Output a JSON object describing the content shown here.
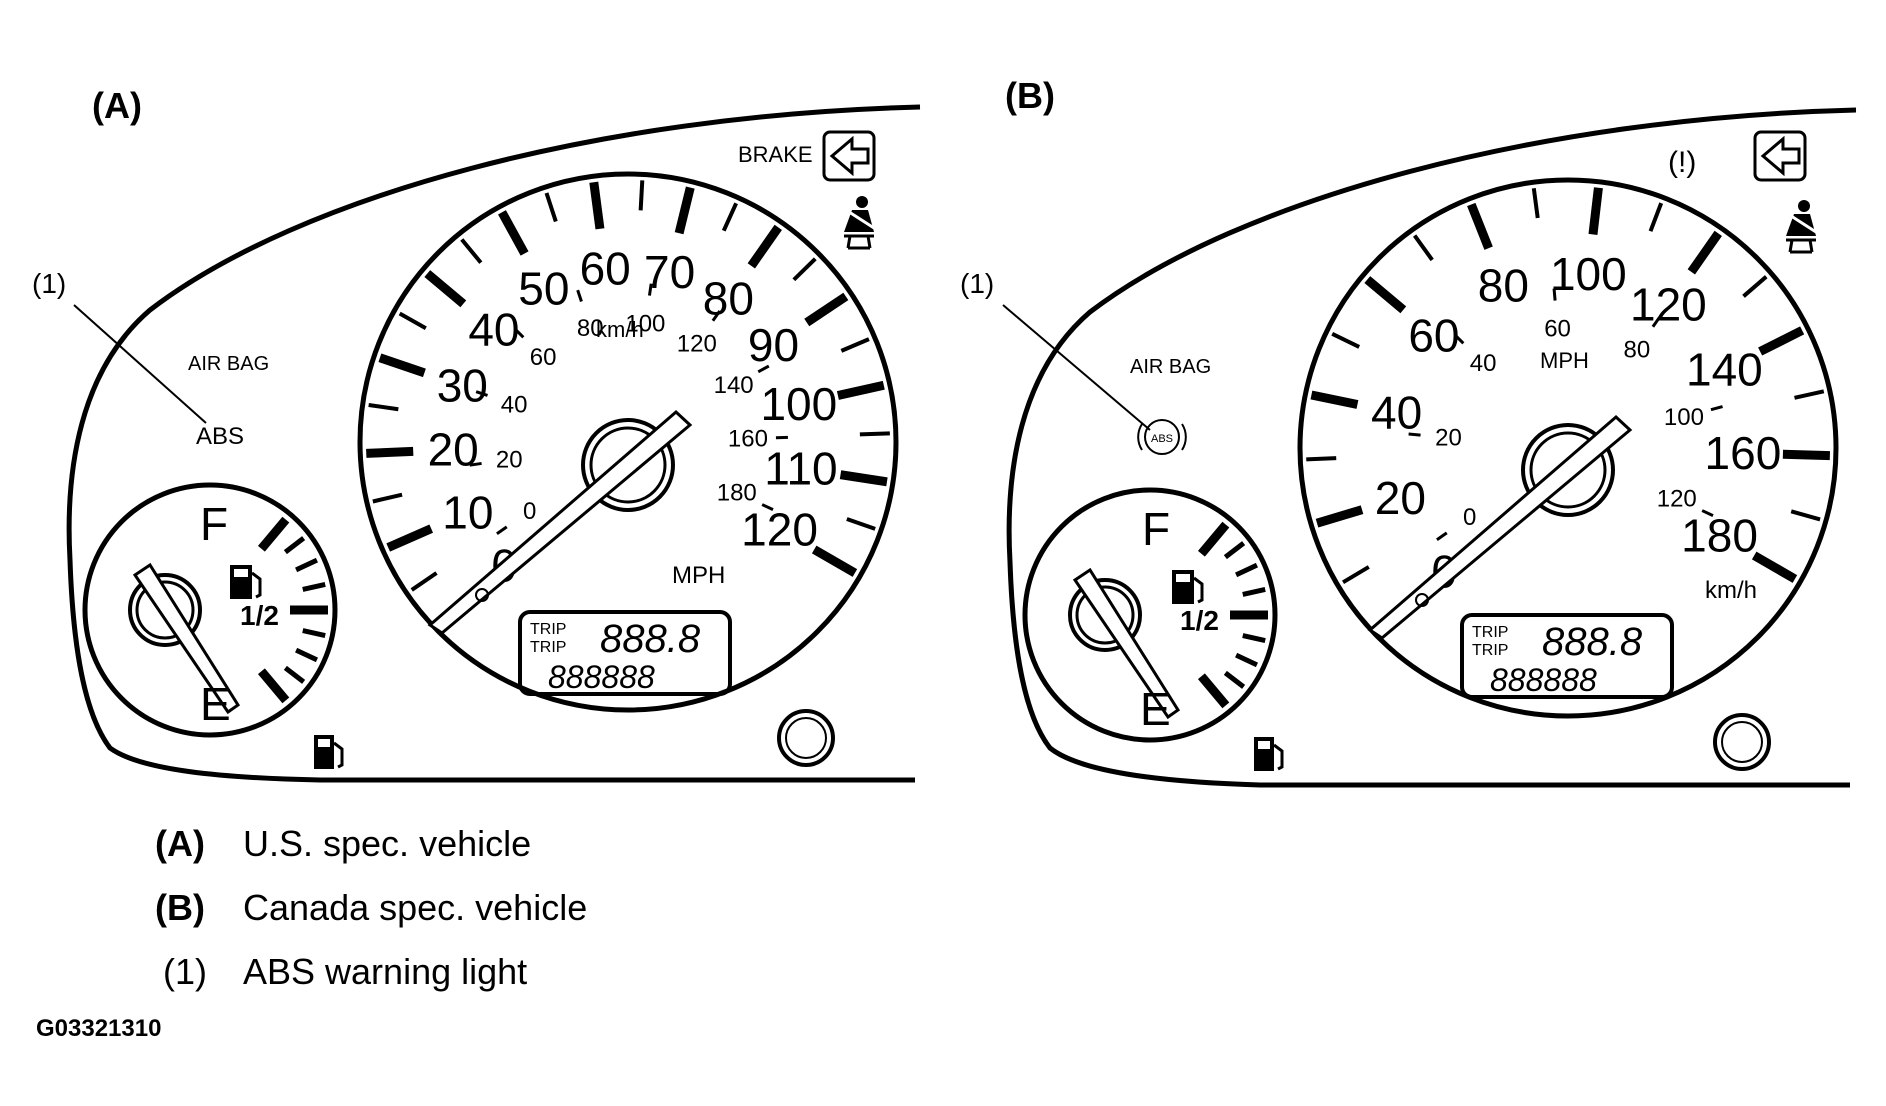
{
  "panels": [
    {
      "id": "A",
      "label": "(A)",
      "callout": "(1)",
      "airbag_text": "AIR BAG",
      "abs_text": "ABS",
      "brake_text": "BRAKE",
      "speedo": {
        "major_labels": [
          "0",
          "10",
          "20",
          "30",
          "40",
          "50",
          "60",
          "70",
          "80",
          "90",
          "100",
          "110",
          "120"
        ],
        "minor_labels": [
          "0",
          "20",
          "40",
          "60",
          "80",
          "100",
          "120",
          "140",
          "160",
          "180"
        ],
        "inner_unit": "km/h",
        "outer_unit": "MPH"
      },
      "fuel": {
        "full": "F",
        "half": "1/2",
        "empty": "E"
      },
      "odometer": {
        "trip1": "TRIP",
        "trip2": "TRIP",
        "trip_digits": "888.8",
        "odo_digits": "888888"
      }
    },
    {
      "id": "B",
      "label": "(B)",
      "callout": "(1)",
      "airbag_text": "AIR BAG",
      "abs_text": "ABS",
      "brake_text": "(!)",
      "speedo": {
        "major_labels": [
          "0",
          "20",
          "40",
          "60",
          "80",
          "100",
          "120",
          "140",
          "160",
          "180"
        ],
        "minor_labels": [
          "0",
          "20",
          "40",
          "60",
          "80",
          "100",
          "120"
        ],
        "inner_unit": "MPH",
        "outer_unit": "km/h"
      },
      "fuel": {
        "full": "F",
        "half": "1/2",
        "empty": "E"
      },
      "odometer": {
        "trip1": "TRIP",
        "trip2": "TRIP",
        "trip_digits": "888.8",
        "odo_digits": "888888"
      }
    }
  ],
  "legend": [
    {
      "key": "(A)",
      "text": "U.S. spec. vehicle"
    },
    {
      "key": "(B)",
      "text": "Canada spec. vehicle"
    },
    {
      "key": "(1)",
      "text": "ABS warning light"
    }
  ],
  "figure_code": "G03321310"
}
